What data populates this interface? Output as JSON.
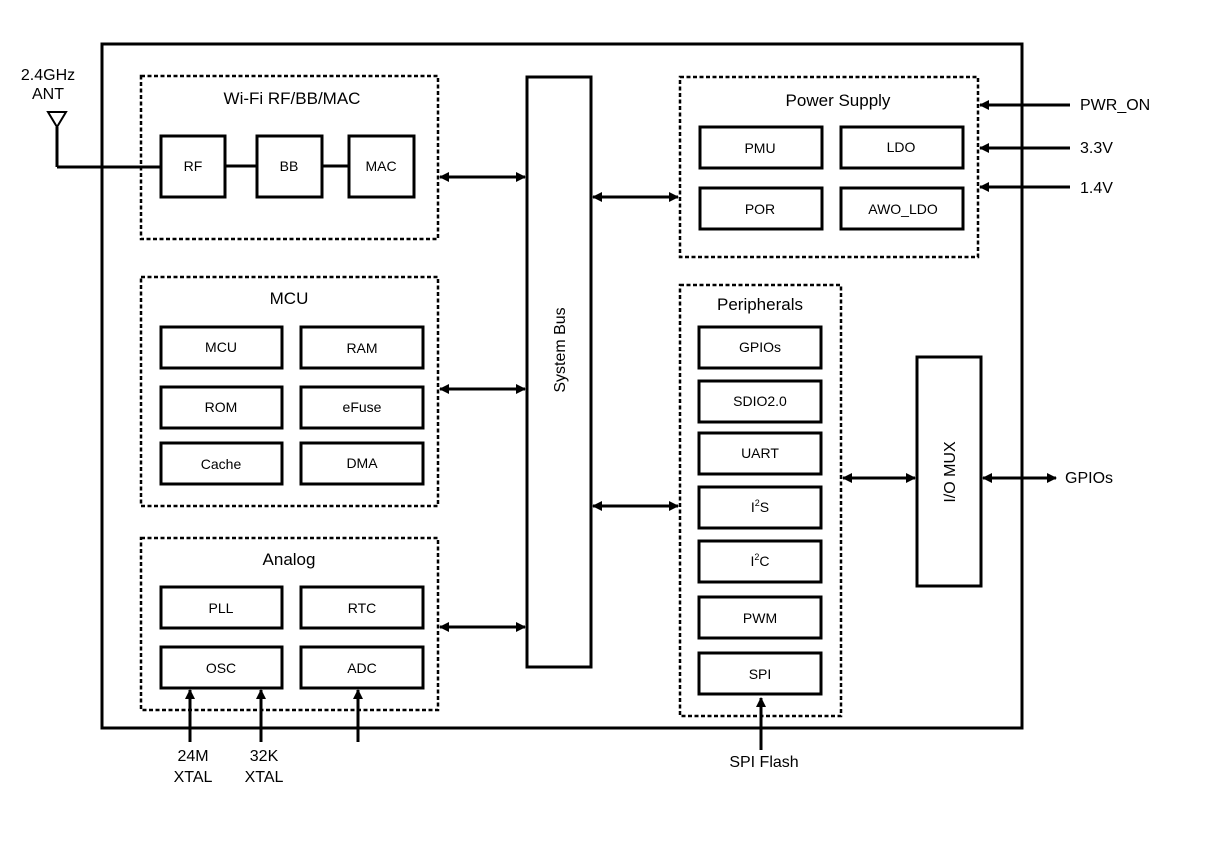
{
  "external": {
    "antenna_freq": "2.4GHz",
    "antenna_label": "ANT",
    "pwr_on": "PWR_ON",
    "v33": "3.3V",
    "v14": "1.4V",
    "gpios_out": "GPIOs",
    "spi_flash": "SPI Flash",
    "xtal24_freq": "24M",
    "xtal24_label": "XTAL",
    "xtal32_freq": "32K",
    "xtal32_label": "XTAL"
  },
  "wifi": {
    "title": "Wi-Fi RF/BB/MAC",
    "rf": "RF",
    "bb": "BB",
    "mac": "MAC"
  },
  "mcu": {
    "title": "MCU",
    "mcu": "MCU",
    "ram": "RAM",
    "rom": "ROM",
    "efuse": "eFuse",
    "cache": "Cache",
    "dma": "DMA"
  },
  "analog": {
    "title": "Analog",
    "pll": "PLL",
    "rtc": "RTC",
    "osc": "OSC",
    "adc": "ADC"
  },
  "system_bus": {
    "label": "System Bus"
  },
  "power": {
    "title": "Power Supply",
    "pmu": "PMU",
    "ldo": "LDO",
    "por": "POR",
    "awo_ldo": "AWO_LDO"
  },
  "peripherals": {
    "title": "Peripherals",
    "gpios": "GPIOs",
    "sdio": "SDIO2.0",
    "uart": "UART",
    "i2s_base": "I",
    "i2s_sup": "2",
    "i2s_tail": "S",
    "i2c_base": "I",
    "i2c_sup": "2",
    "i2c_tail": "C",
    "pwm": "PWM",
    "spi": "SPI"
  },
  "io_mux": {
    "label": "I/O MUX"
  }
}
